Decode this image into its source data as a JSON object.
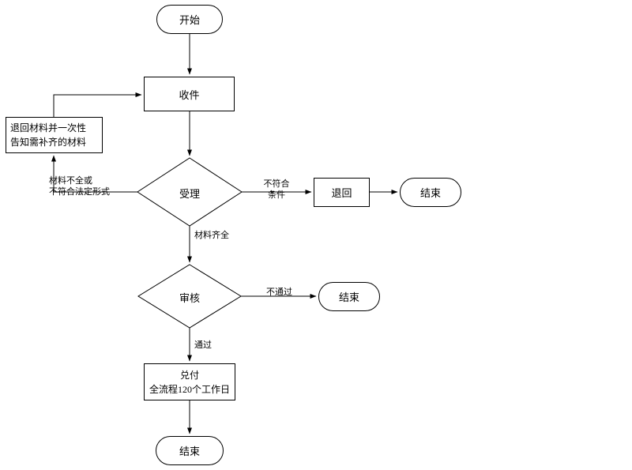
{
  "flowchart": {
    "nodes": {
      "start": {
        "label": "开始",
        "type": "terminator"
      },
      "receive": {
        "label": "收件",
        "type": "process"
      },
      "return_materials": {
        "label": "退回材料并一次性\n告知需补齐的材料",
        "type": "process"
      },
      "accept": {
        "label": "受理",
        "type": "decision"
      },
      "reject": {
        "label": "退回",
        "type": "process"
      },
      "end_after_reject": {
        "label": "结束",
        "type": "terminator"
      },
      "review": {
        "label": "审核",
        "type": "decision"
      },
      "end_after_review": {
        "label": "结束",
        "type": "terminator"
      },
      "pay": {
        "label": "兑付\n全流程120个工作日",
        "type": "process"
      },
      "end_final": {
        "label": "结束",
        "type": "terminator"
      }
    },
    "edge_labels": {
      "materials_incomplete": "材料不全或\n不符合法定形式",
      "not_qualified": "不符合\n条件",
      "materials_complete": "材料齐全",
      "review_fail": "不通过",
      "review_pass": "通过"
    },
    "colors": {
      "stroke": "#000000",
      "background": "#ffffff"
    }
  }
}
